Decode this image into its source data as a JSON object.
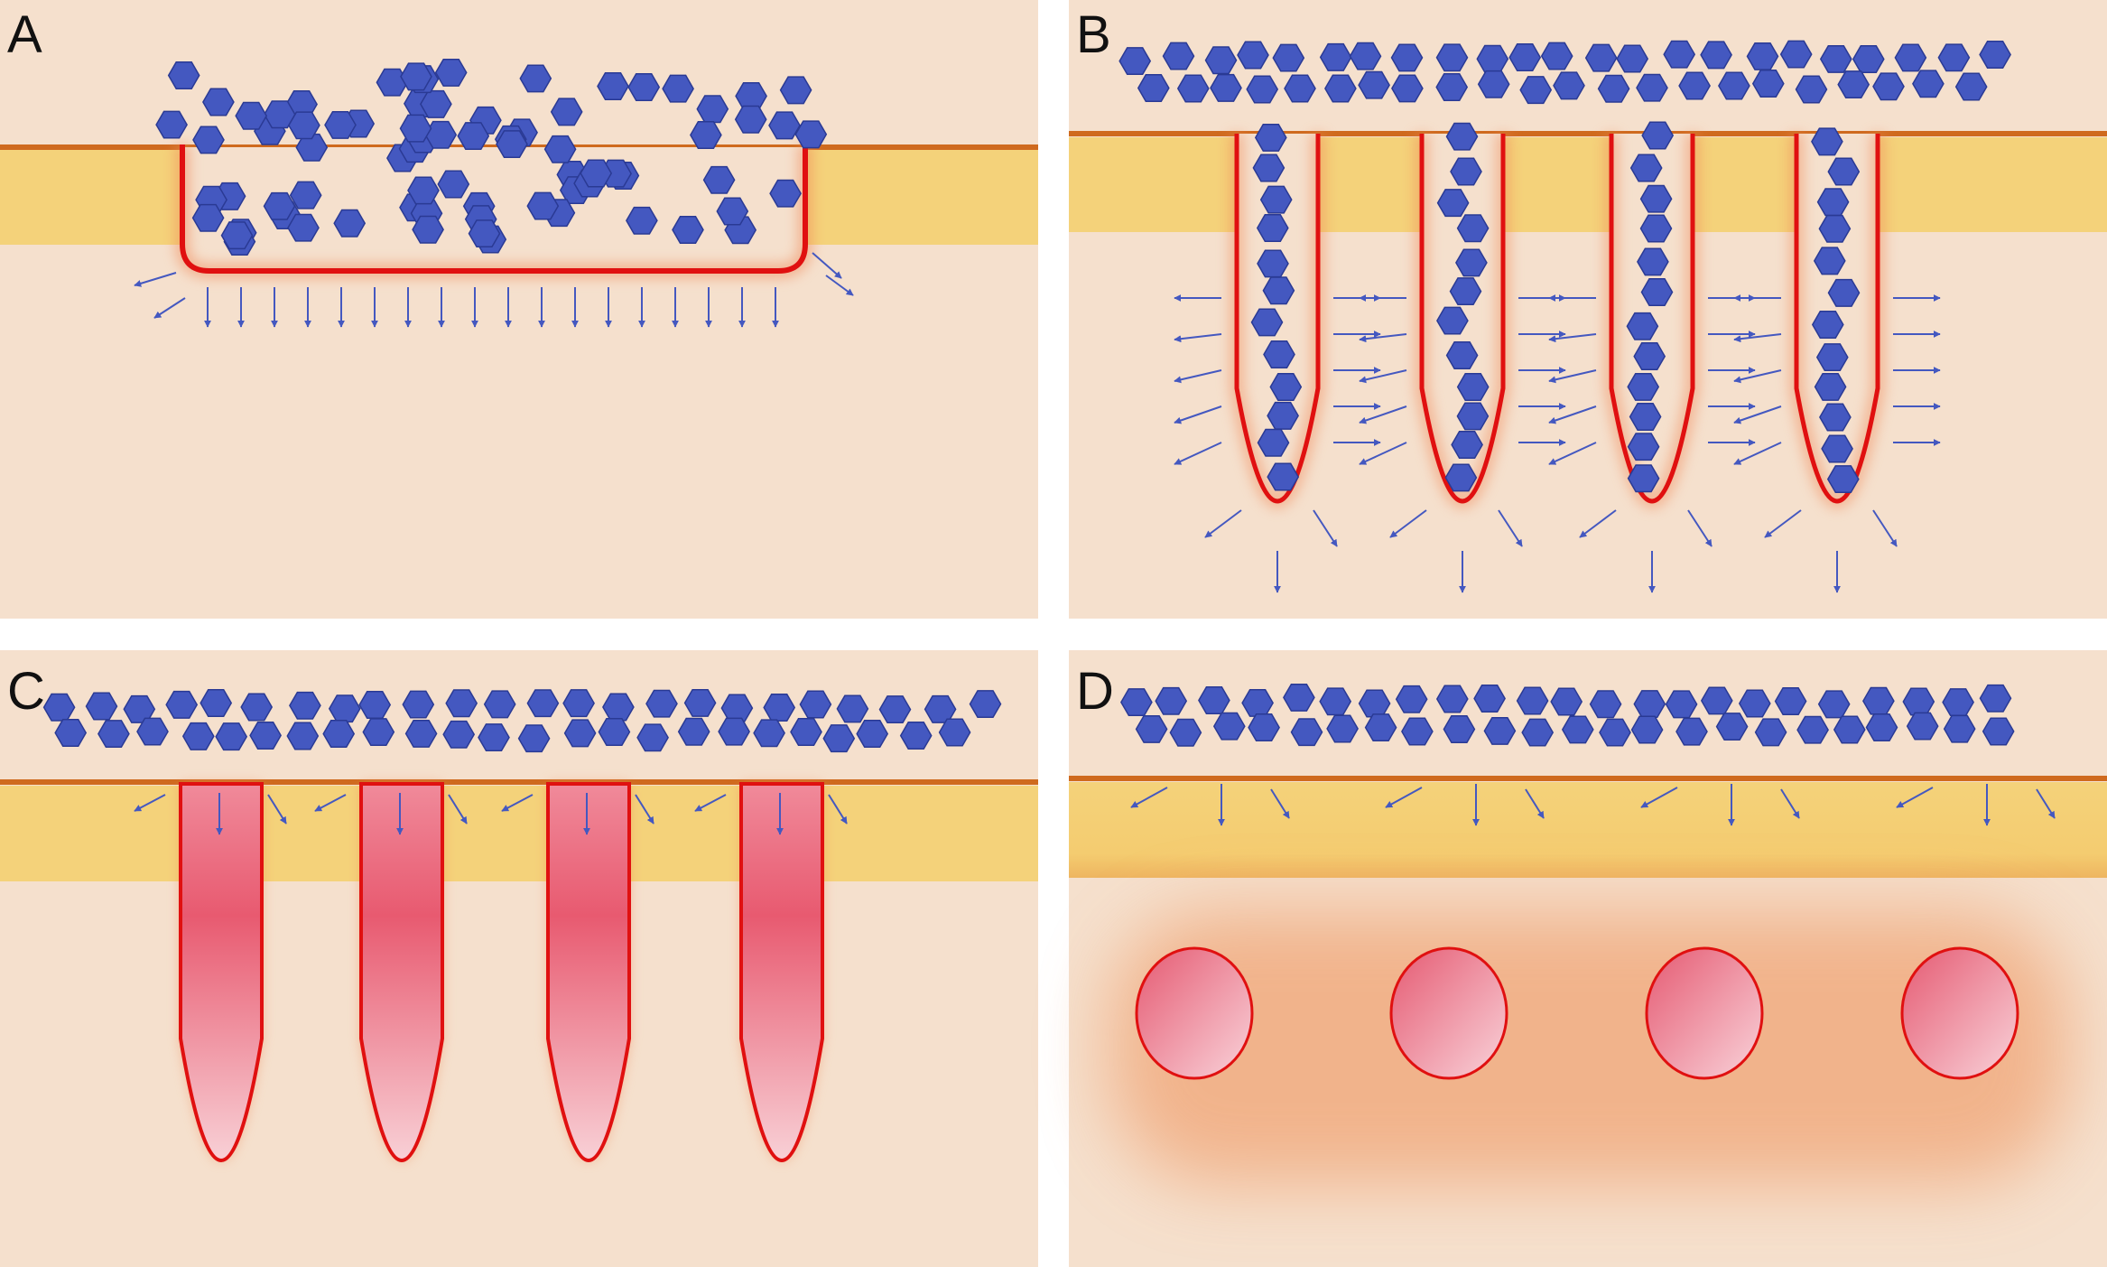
{
  "figure": {
    "panels": [
      {
        "id": "A",
        "label": "A"
      },
      {
        "id": "B",
        "label": "B"
      },
      {
        "id": "C",
        "label": "C"
      },
      {
        "id": "D",
        "label": "D"
      }
    ]
  },
  "colors": {
    "tissue_background": "#f5e0cd",
    "epidermis_layer": "#f4d27a",
    "skin_surface_line": "#cf6a1e",
    "channel_outline": "#e01010",
    "channel_glow": "#f08a5a",
    "drug_particle_fill": "#4458c0",
    "drug_particle_stroke": "#2a3a94",
    "diffusion_arrow": "#4458c0",
    "reservoir_fill": "#f08a9a",
    "diffuse_zone": "#f0a070"
  },
  "icons": {
    "particle": "hexagon-icon",
    "diffusion": "arrow-icon"
  }
}
